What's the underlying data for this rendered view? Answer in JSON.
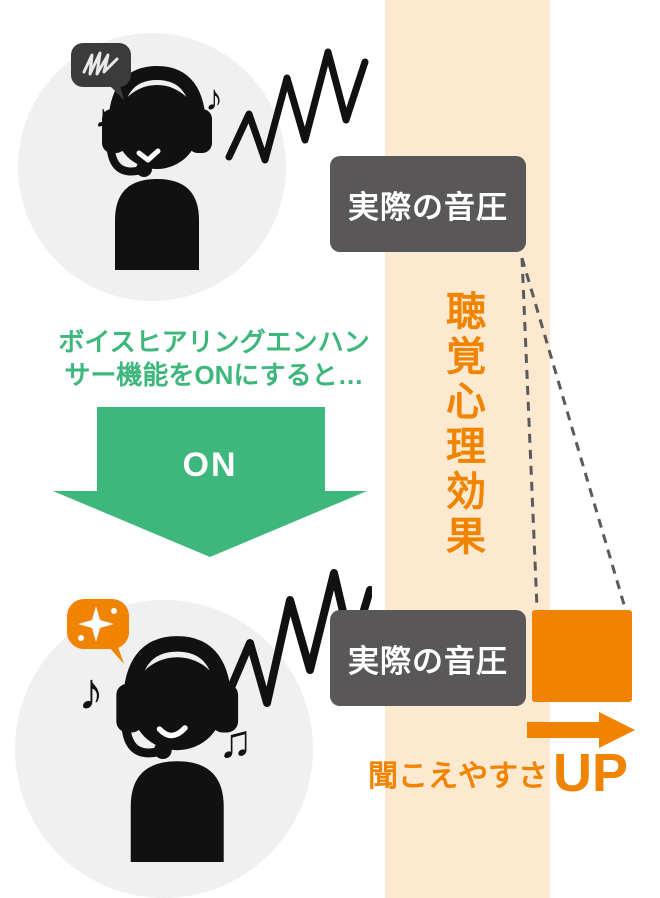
{
  "colors": {
    "background": "#ffffff",
    "band": "#fce9d0",
    "accent_orange": "#f08300",
    "accent_green": "#3eb77d",
    "label_box_gray": "#595757",
    "scene_circle_gray": "#f0f0f0",
    "silhouette_ink": "#111111",
    "dashed_line_gray": "#5a5a5a"
  },
  "band": {
    "vertical_label": "聴覚心理効果"
  },
  "labels": {
    "actual_pressure_top": "実際の音圧",
    "actual_pressure_bottom": "実際の音圧"
  },
  "caption": {
    "line1": "ボイスヒアリングエンハン",
    "line2": "サー機能をONにすると…"
  },
  "arrow": {
    "on_label": "ON"
  },
  "result": {
    "ease": "聞こえやすさ",
    "up": "UP"
  },
  "notes": {
    "top_left": "♪",
    "top_right": "♪",
    "bottom_left": "♪",
    "bottom_right": "♫"
  },
  "icons": {
    "top_bubble": "annoyed-scribble-bubble-icon",
    "bottom_bubble": "sparkle-bubble-icon",
    "person": "headset-person-icon",
    "wave": "zigzag-sound-wave-icon",
    "down_arrow": "on-down-arrow-icon",
    "right_arrow": "up-right-arrow-icon",
    "projection": "projection-dashed-lines"
  }
}
